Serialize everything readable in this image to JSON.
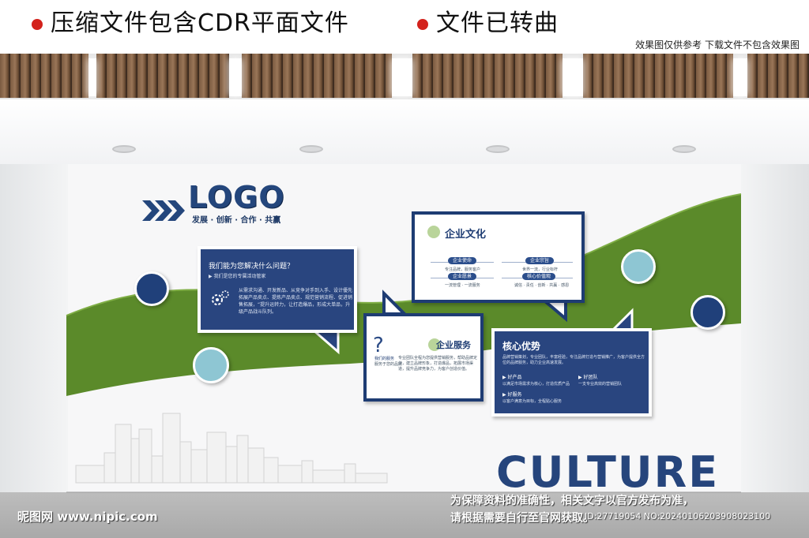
{
  "banner": {
    "left_text": "压缩文件包含CDR平面文件",
    "right_text": "文件已转曲",
    "note": "效果图仅供参考    下载文件不包含效果图",
    "dot_color": "#d3221c"
  },
  "logo": {
    "text": "LOGO",
    "slogan": "发展 · 创新 · 合作 · 共赢",
    "color": "#24467c"
  },
  "panel_solve": {
    "title": "我们能为您解决什么问题？",
    "subtitle": "▶ 我们是您的专属活动管家",
    "body": "从需求沟通、开发新品、从竞争对手到入手、设计優先拓展产品卖点、提炼产品卖点、规范营销流程、促进销售拓展，“提升运转力，让打造爆品，形成大单品，升级产品战斗队列。"
  },
  "panel_culture": {
    "title": "企业文化",
    "items": [
      {
        "pill": "企业使命",
        "text": "专注品牌，服务客户"
      },
      {
        "pill": "企业宗旨",
        "text": "世界一流，行业标杆"
      },
      {
        "pill": "企业愿景",
        "text": "一流管理 · 一流服务"
      },
      {
        "pill": "核心价值观",
        "text": "诚信 · 责任 · 创新 · 共赢 · 感恩"
      }
    ]
  },
  "panel_service": {
    "title": "企业服务",
    "question": "我们的服务",
    "sub": "服务于您的品牌",
    "body": "专业团队全程为您提供营销服务，帮助品牌定位，建立品牌形象，打造爆品，拓展市场渠道，提升品牌竞争力，为客户创造价值。"
  },
  "panel_advantage": {
    "title": "核心优势",
    "intro": "品牌营销策划，专业团队，丰富经验，专注品牌打造与营销推广，为客户提供全方位的品牌服务，助力企业高速发展。",
    "items": [
      {
        "label": "▶ 好产品",
        "text": "以满足市场需求为核心，打造优质产品"
      },
      {
        "label": "▶ 好团队",
        "text": "一支专业高效的营销团队"
      },
      {
        "label": "▶ 好服务",
        "text": "以客户满意为目标，全程贴心服务"
      }
    ]
  },
  "culture_word": "CULTURE",
  "watermark": {
    "site": "昵图网 www.nipic.com",
    "line1": "为保障资料的准确性，相关文字以官方发布为准，",
    "line2": "请根据需要自行至官网获取。",
    "id": "ID:27719054 NO:20240106203908023100"
  },
  "colors": {
    "navy": "#29457f",
    "green": "#5b8a2a",
    "light_blue": "#8ec6d3"
  }
}
